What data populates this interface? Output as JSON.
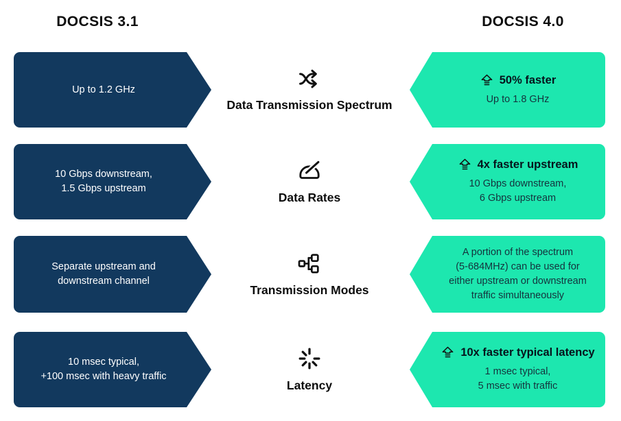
{
  "titles": {
    "docsis31": "DOCSIS 3.1",
    "docsis40": "DOCSIS 4.0"
  },
  "colors": {
    "docsis31_banner": "#12395E",
    "docsis40_banner": "#1DE7AF",
    "docsis31_text": "#FFFFFF",
    "docsis40_text": "#15333D",
    "icon_color": "#111111"
  },
  "rows": [
    {
      "feature": "Data Transmission Spectrum",
      "icon": "shuffle-icon",
      "docsis31_lines": [
        "Up to 1.2 GHz"
      ],
      "docsis40_highlight": "50% faster",
      "docsis40_lines": [
        "Up to 1.8 GHz"
      ]
    },
    {
      "feature": "Data Rates",
      "icon": "gauge-icon",
      "docsis31_lines": [
        "10 Gbps downstream,",
        "1.5 Gbps upstream"
      ],
      "docsis40_highlight": "4x faster upstream",
      "docsis40_lines": [
        "10 Gbps downstream,",
        "6 Gbps upstream"
      ]
    },
    {
      "feature": "Transmission Modes",
      "icon": "network-nodes-icon",
      "docsis31_lines": [
        "Separate upstream and",
        "downstream channel"
      ],
      "docsis40_lines": [
        "A portion of the spectrum",
        "(5-684MHz) can be used for",
        "either upstream or downstream",
        "traffic simultaneously"
      ]
    },
    {
      "feature": "Latency",
      "icon": "spinner-icon",
      "docsis31_lines": [
        "10 msec typical,",
        "+100 msec with heavy traffic"
      ],
      "docsis40_highlight": "10x faster typical latency",
      "docsis40_lines": [
        "1 msec typical,",
        "5 msec with traffic"
      ]
    }
  ]
}
